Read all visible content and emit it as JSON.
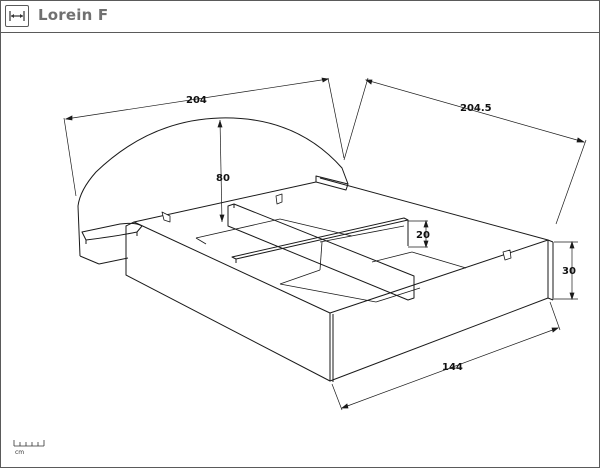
{
  "header": {
    "title": "Lorein F",
    "width_icon": "width-arrows-icon"
  },
  "dimensions": {
    "headboard_width": "204",
    "bed_length": "204.5",
    "headboard_height": "80",
    "compartment_height": "20",
    "frame_height": "30",
    "bed_width": "144"
  },
  "scale": {
    "unit": "cm",
    "icon": "ruler-icon"
  },
  "colors": {
    "line": "#1a1a1a",
    "frame": "#5a5a5a",
    "title": "#707070"
  }
}
